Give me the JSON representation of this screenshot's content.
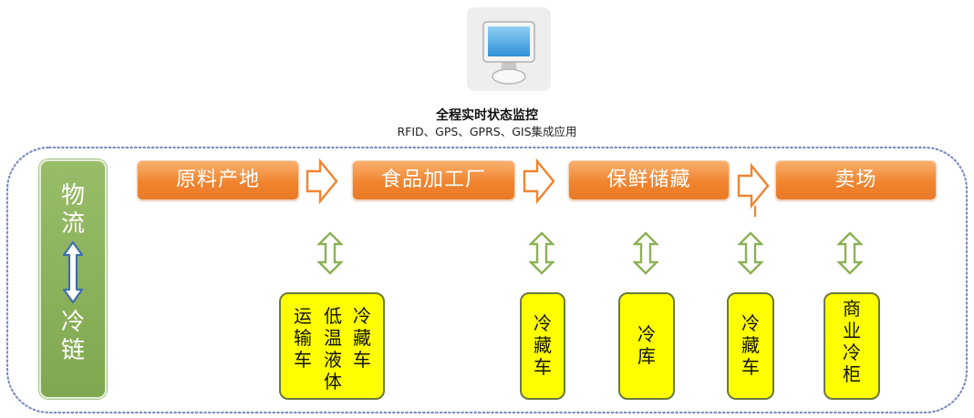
{
  "header": {
    "title": "全程实时状态监控",
    "subtitle": "RFID、GPS、GPRS、GIS集成应用"
  },
  "icons": {
    "monitor": "monitor-icon",
    "right_arrow": "hollow-right-arrow-icon",
    "updown_arrow": "hollow-up-down-arrow-icon"
  },
  "colors": {
    "stage_orange": "#f0842f",
    "sidebar_green": "#8bb15a",
    "box_yellow": "#ffff00",
    "frame_dots": "#7f8fc0"
  },
  "sidebar": {
    "top_text": "物流",
    "bottom_text": "冷链"
  },
  "stages": [
    {
      "label": "原料产地"
    },
    {
      "label": "食品加工厂"
    },
    {
      "label": "保鲜储藏"
    },
    {
      "label": "卖场"
    }
  ],
  "boxes": [
    {
      "columns": [
        "运输车",
        "低温液体",
        "冷藏车"
      ]
    },
    {
      "columns": [
        "冷藏车"
      ]
    },
    {
      "columns": [
        "冷库"
      ]
    },
    {
      "columns": [
        "冷藏车"
      ]
    },
    {
      "columns": [
        "商业冷柜"
      ]
    }
  ]
}
